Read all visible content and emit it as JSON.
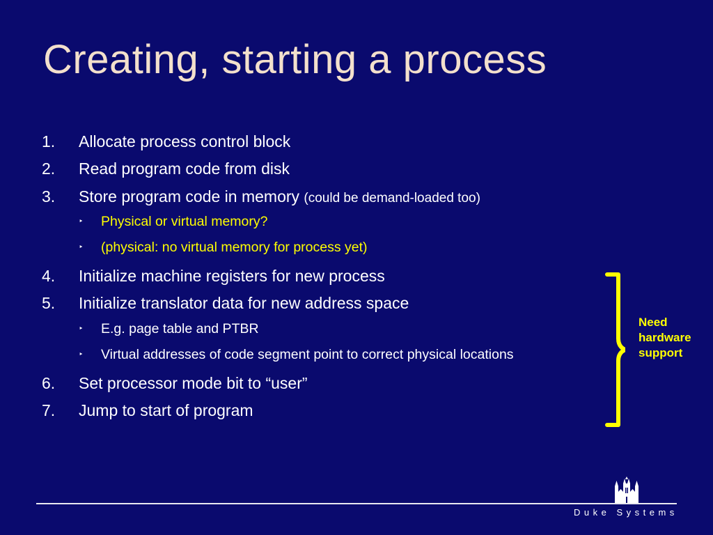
{
  "slide": {
    "title": "Creating, starting a process",
    "items": [
      {
        "num": "1.",
        "text": "Allocate process control block",
        "note": ""
      },
      {
        "num": "2.",
        "text": "Read program code from disk",
        "note": ""
      },
      {
        "num": "3.",
        "text": "Store program code in memory",
        "note": "(could be demand-loaded too)"
      },
      {
        "num": "4.",
        "text": "Initialize machine registers for new process",
        "note": ""
      },
      {
        "num": "5.",
        "text": "Initialize translator data for new address space",
        "note": ""
      },
      {
        "num": "6.",
        "text": "Set processor mode bit to “user”",
        "note": ""
      },
      {
        "num": "7.",
        "text": "Jump to start of program",
        "note": ""
      }
    ],
    "subitems_3": [
      "Physical or virtual memory?",
      "(physical: no virtual memory for process yet)"
    ],
    "subitems_5": [
      "E.g. page table and PTBR",
      "Virtual addresses of code segment point to correct physical locations"
    ],
    "bracket_note": [
      "Need",
      "hardware",
      "support"
    ],
    "bullet_glyph": "‣",
    "footer": "Duke Systems",
    "colors": {
      "background": "#0a0a6e",
      "title": "#f3e0cc",
      "highlight": "#ffff00",
      "text": "#ffffff"
    },
    "icons": {
      "logo": "duke-chapel-icon",
      "bracket": "right-curly-bracket-icon"
    }
  }
}
